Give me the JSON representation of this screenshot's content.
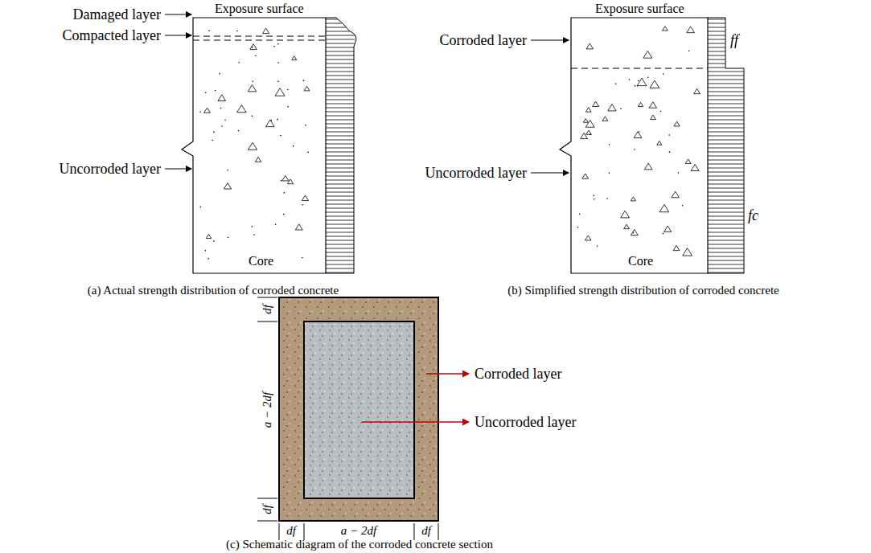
{
  "diagram": {
    "nodes": [
      {
        "text": [
          "Exposure surface",
          "Core"
        ]
      },
      {
        "text": [
          "Exposure surface",
          "Core"
        ]
      }
    ],
    "labels": [
      "Damaged layer",
      "Compacted layer",
      "Uncorroded layer",
      "(a) Actual strength distribution of corroded concrete",
      "Corroded layer",
      "Uncorroded layer",
      "ff",
      "fc",
      "(b) Simplified strength distribution of corroded concrete",
      "df",
      "a − 2df",
      "df",
      "df",
      "a − 2df",
      "df",
      "Corroded layer",
      "Uncorroded layer",
      "(c) Schematic diagram of the corroded concrete section"
    ]
  }
}
